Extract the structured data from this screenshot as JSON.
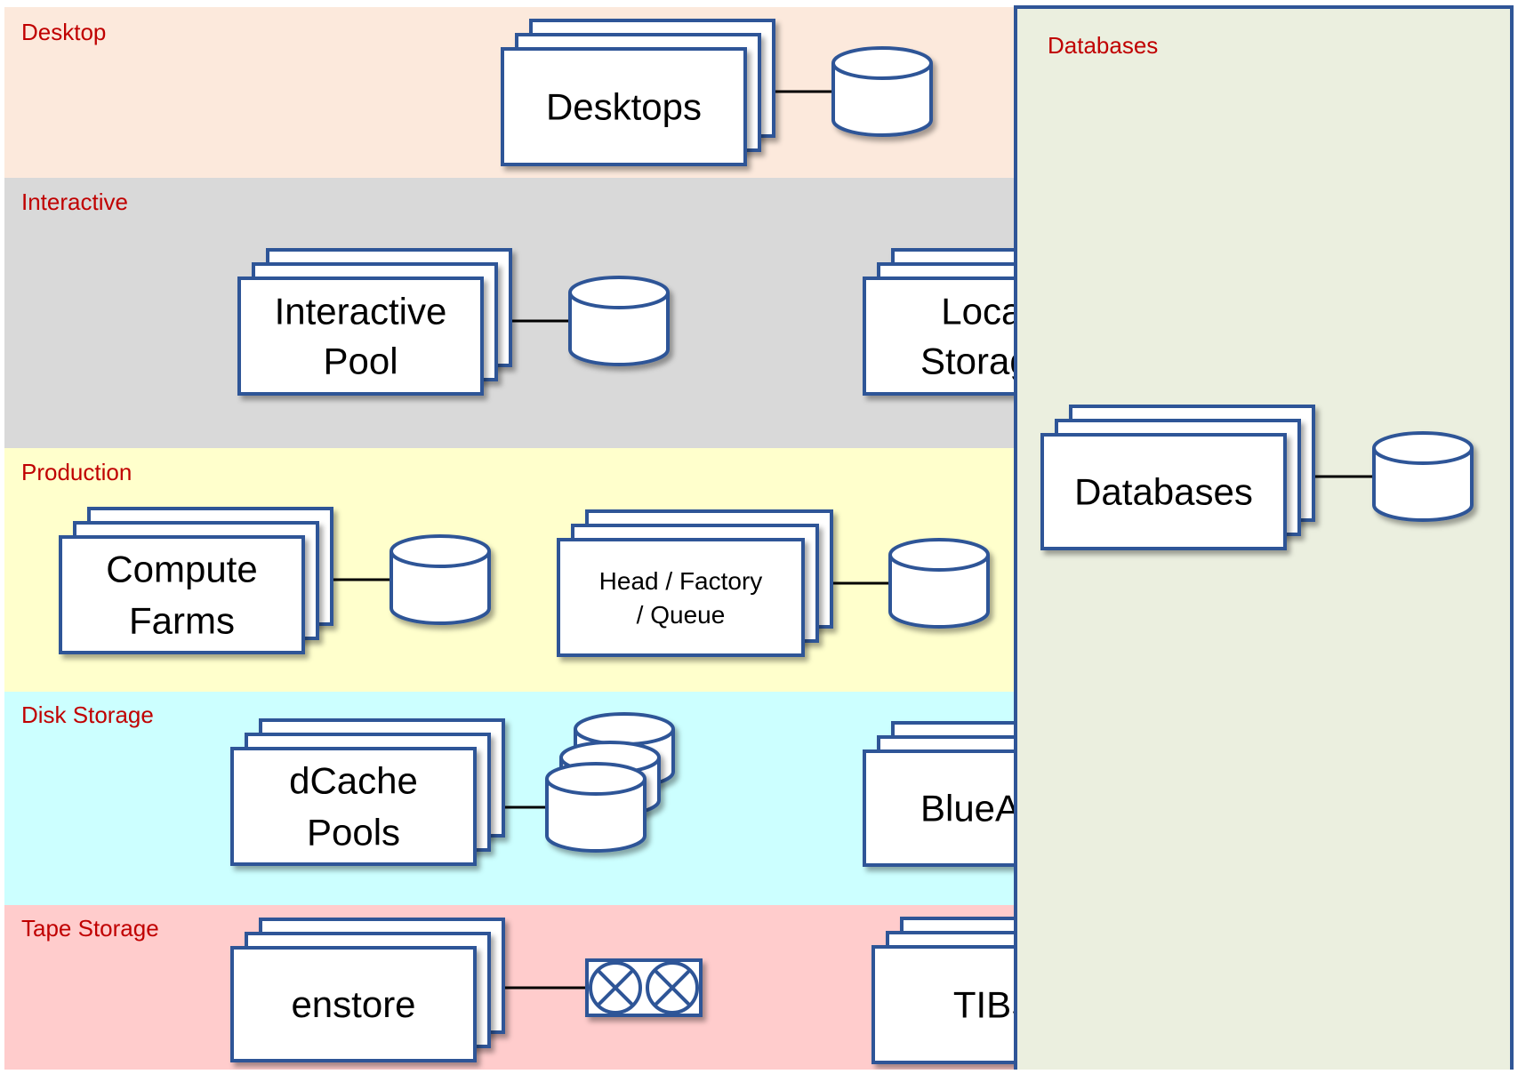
{
  "colors": {
    "band_label": "#C00000",
    "box_stroke": "#2F5597",
    "box_fill": "#FFFFFF",
    "connector": "#000000",
    "databases_panel_fill": "#EBEFDF",
    "databases_panel_stroke": "#2F5597"
  },
  "bands": [
    {
      "id": "desktop",
      "label": "Desktop",
      "color": "#FCE9DC"
    },
    {
      "id": "interactive",
      "label": "Interactive",
      "color": "#D9D9D9"
    },
    {
      "id": "production",
      "label": "Production",
      "color": "#FFFFCC"
    },
    {
      "id": "disk-storage",
      "label": "Disk Storage",
      "color": "#CCFFFF"
    },
    {
      "id": "tape-storage",
      "label": "Tape Storage",
      "color": "#FFCCCC"
    }
  ],
  "databases_panel": {
    "label": "Databases"
  },
  "nodes": [
    {
      "id": "desktops",
      "label": "Desktops",
      "storage_icon": "cylinder-icon"
    },
    {
      "id": "interactive-pool",
      "label": "Interactive Pool",
      "storage_icon": "cylinder-icon"
    },
    {
      "id": "local-storage",
      "label": "Local Storage",
      "storage_icon": "none"
    },
    {
      "id": "compute-farms",
      "label": "Compute Farms",
      "storage_icon": "cylinder-icon"
    },
    {
      "id": "head-factory-queue-nodes",
      "label": "Head / Factory / Queue Nodes",
      "storage_icon": "cylinder-icon"
    },
    {
      "id": "dcache-pools",
      "label": "dCache Pools",
      "storage_icon": "stacked-cylinders-icon"
    },
    {
      "id": "bluearc",
      "label": "BlueArc",
      "storage_icon": "none"
    },
    {
      "id": "enstore",
      "label": "enstore",
      "storage_icon": "tape-drive-icon"
    },
    {
      "id": "tibs",
      "label": "TIBS",
      "storage_icon": "none"
    },
    {
      "id": "databases",
      "label": "Databases",
      "storage_icon": "cylinder-icon"
    }
  ]
}
